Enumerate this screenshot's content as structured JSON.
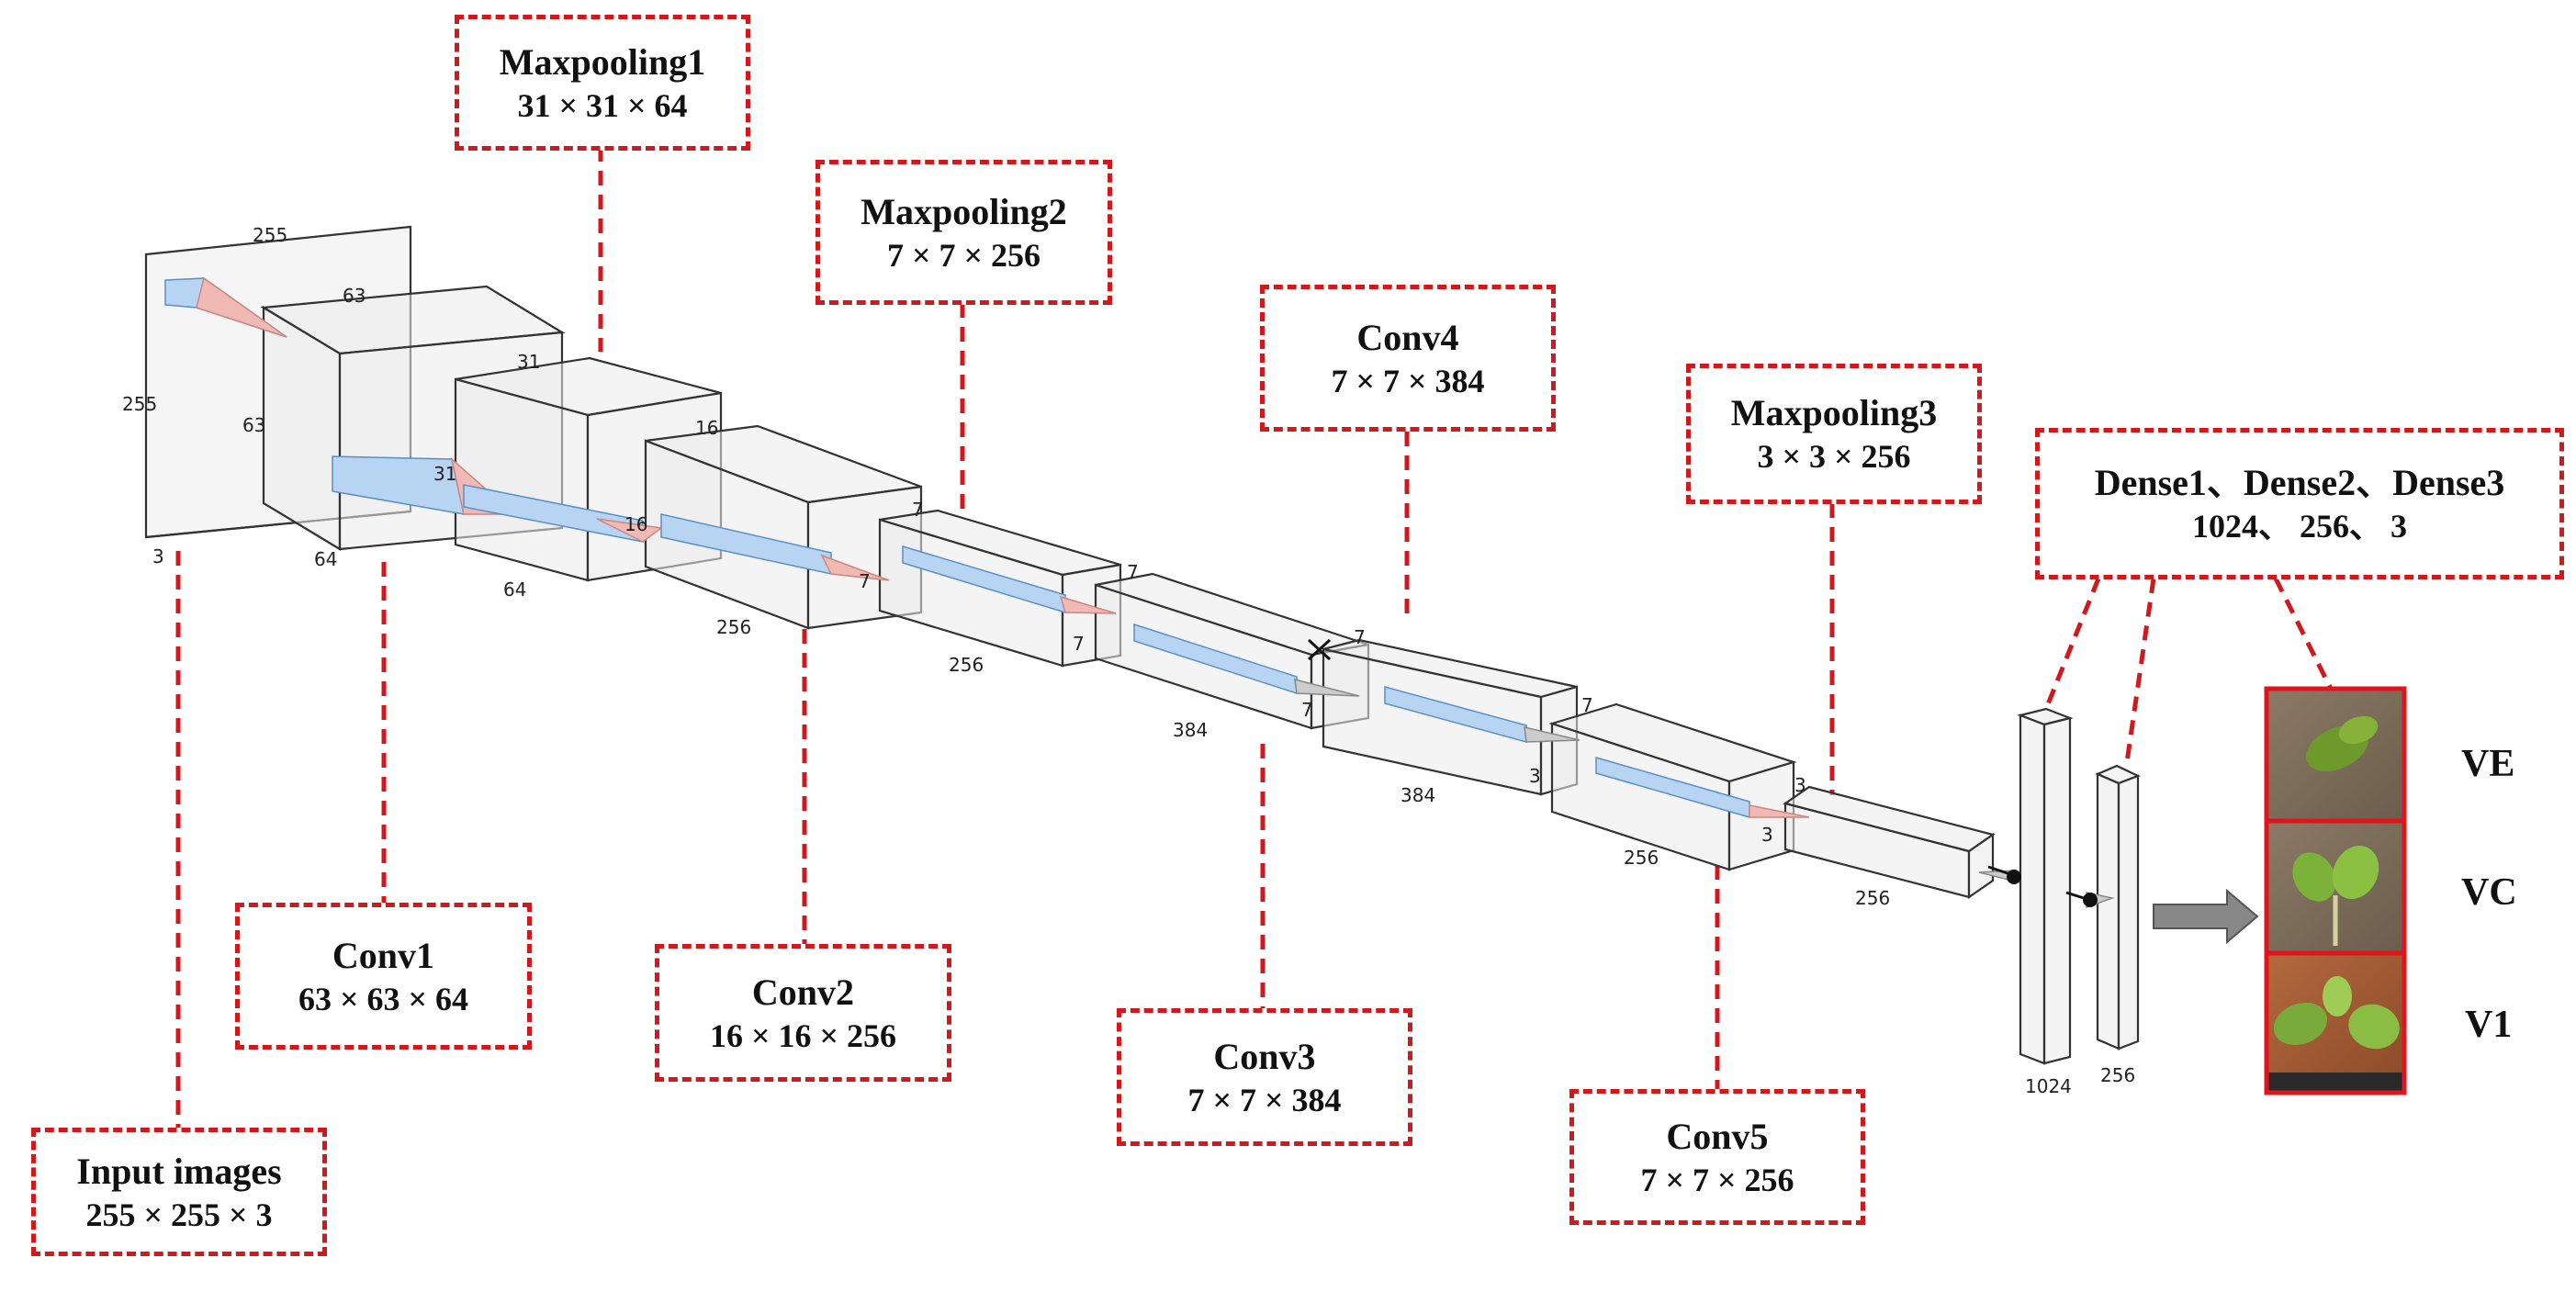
{
  "layers": {
    "input": {
      "title": "Input images",
      "dims": "255 × 255 × 3"
    },
    "conv1": {
      "title": "Conv1",
      "dims": "63 × 63 × 64"
    },
    "maxpool1": {
      "title": "Maxpooling1",
      "dims": "31 × 31 × 64"
    },
    "conv2": {
      "title": "Conv2",
      "dims": "16 × 16 × 256"
    },
    "maxpool2": {
      "title": "Maxpooling2",
      "dims": "7 × 7 × 256"
    },
    "conv3": {
      "title": "Conv3",
      "dims": "7 × 7 × 384"
    },
    "conv4": {
      "title": "Conv4",
      "dims": "7 × 7 × 384"
    },
    "conv5": {
      "title": "Conv5",
      "dims": "7 × 7 × 256"
    },
    "maxpool3": {
      "title": "Maxpooling3",
      "dims": "3 × 3 × 256"
    },
    "dense": {
      "title": "Dense1、Dense2、Dense3",
      "dims": "1024、 256、 3"
    }
  },
  "block_labels": {
    "b1": {
      "top": "255",
      "side": "255",
      "depth": "3"
    },
    "b2": {
      "top": "63",
      "side": "63",
      "depth": "64"
    },
    "b3": {
      "top": "31",
      "side": "31",
      "depth": "64"
    },
    "b4": {
      "top": "16",
      "side": "16",
      "depth": "256"
    },
    "b5": {
      "top": "7",
      "side": "7",
      "depth": "256"
    },
    "b6": {
      "top": "7",
      "side": "7",
      "depth": "384"
    },
    "b7": {
      "top": "7",
      "side": "7",
      "depth": "384"
    },
    "b8": {
      "top": "7",
      "side": "3",
      "depth": "256"
    },
    "b9": {
      "top": "3",
      "depth": "256"
    },
    "d1": {
      "depth": "1024"
    },
    "d2": {
      "depth": "256"
    }
  },
  "classes": [
    "VE",
    "VC",
    "V1"
  ],
  "colors": {
    "dash": "#d0191c",
    "kernel_blue": "#a9cdef",
    "kernel_red": "#efb6b0",
    "edge": "#333333"
  }
}
